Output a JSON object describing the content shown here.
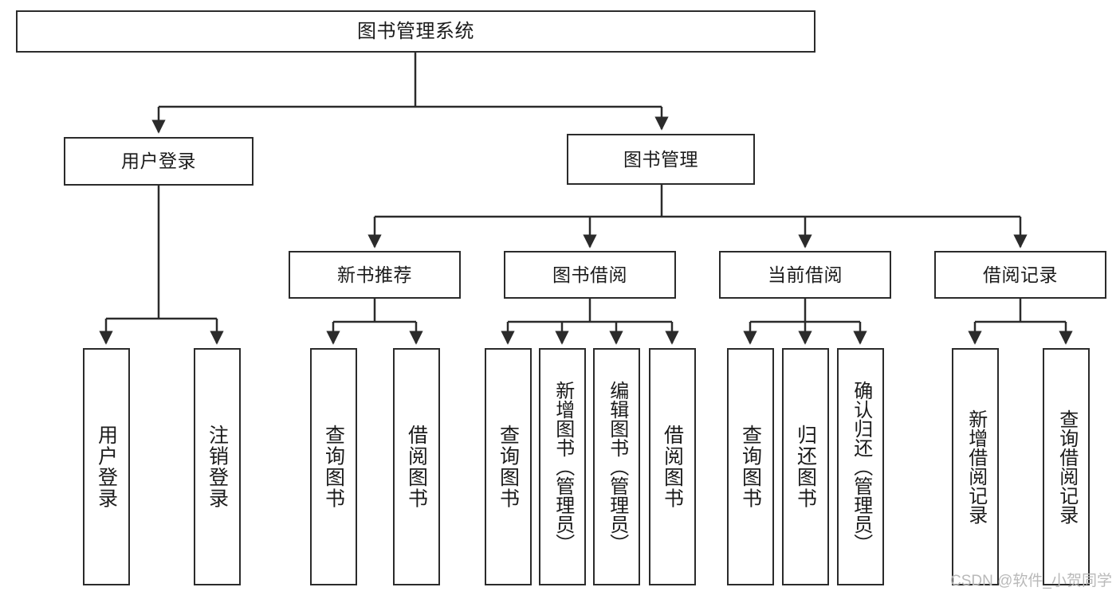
{
  "diagram": {
    "title_node": {
      "label": "图书管理系统"
    },
    "level1": [
      {
        "id": "user-login",
        "label": "用户登录"
      },
      {
        "id": "book-management",
        "label": "图书管理"
      }
    ],
    "level2": [
      {
        "id": "new-book-recommend",
        "label": "新书推荐"
      },
      {
        "id": "book-borrow",
        "label": "图书借阅"
      },
      {
        "id": "current-borrow",
        "label": "当前借阅"
      },
      {
        "id": "borrow-record",
        "label": "借阅记录"
      }
    ],
    "leaves": {
      "user_login": [
        {
          "id": "leaf-user-login",
          "label": "用户登录"
        },
        {
          "id": "leaf-logout-login",
          "label": "注销登录"
        }
      ],
      "new_book_recommend": [
        {
          "id": "leaf-query-book-1",
          "label": "查询图书"
        },
        {
          "id": "leaf-borrow-book-1",
          "label": "借阅图书"
        }
      ],
      "book_borrow": [
        {
          "id": "leaf-query-book-2",
          "label": "查询图书"
        },
        {
          "id": "leaf-add-book",
          "label": "新增图书（管理员）"
        },
        {
          "id": "leaf-edit-book",
          "label": "编辑图书（管理员）"
        },
        {
          "id": "leaf-borrow-book-2",
          "label": "借阅图书"
        }
      ],
      "current_borrow": [
        {
          "id": "leaf-query-book-3",
          "label": "查询图书"
        },
        {
          "id": "leaf-return-book",
          "label": "归还图书"
        },
        {
          "id": "leaf-confirm-return",
          "label": "确认归还（管理员）"
        }
      ],
      "borrow_record": [
        {
          "id": "leaf-add-record",
          "label": "新增借阅记录"
        },
        {
          "id": "leaf-query-record",
          "label": "查询借阅记录"
        }
      ]
    }
  },
  "watermark": {
    "text": "CSDN @软件_小贺同学"
  },
  "colors": {
    "stroke": "#2b2b2b",
    "background": "#ffffff",
    "text": "#1b1b1b",
    "watermark": "#b9b9b9"
  }
}
